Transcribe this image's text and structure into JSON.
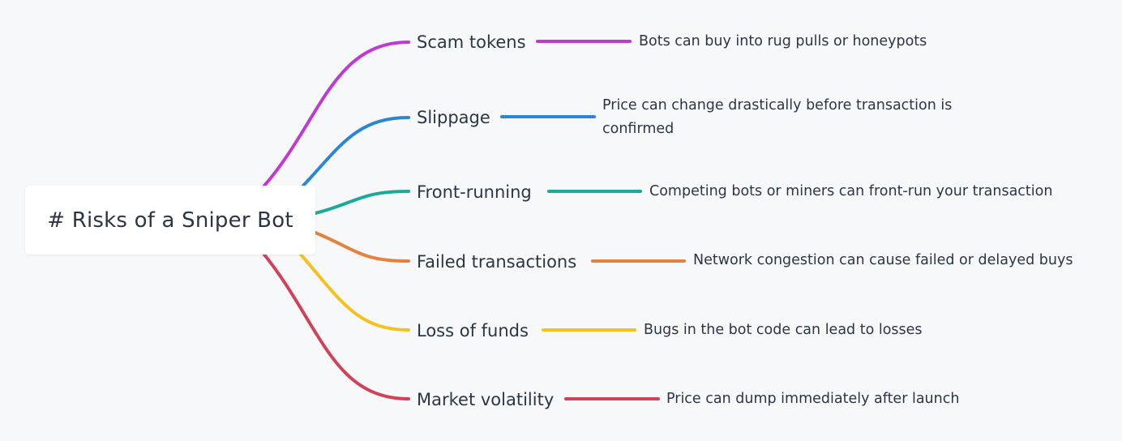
{
  "root": {
    "label": "# Risks of a Sniper Bot"
  },
  "branches": [
    {
      "label": "Scam tokens",
      "color": "#c03ad0",
      "detail": "Bots can buy into rug pulls or honeypots"
    },
    {
      "label": "Slippage",
      "color": "#2d86d3",
      "detail": "Price can change drastically before transaction is confirmed"
    },
    {
      "label": "Front-running",
      "color": "#1aab98",
      "detail": "Competing bots or miners can front-run your transaction"
    },
    {
      "label": "Failed transactions",
      "color": "#e4813d",
      "detail": "Network congestion can cause failed or delayed buys"
    },
    {
      "label": "Loss of funds",
      "color": "#f4c21f",
      "detail": "Bugs in the bot code can lead to losses"
    },
    {
      "label": "Market volatility",
      "color": "#cf4257",
      "detail": "Price can dump immediately after launch"
    }
  ]
}
